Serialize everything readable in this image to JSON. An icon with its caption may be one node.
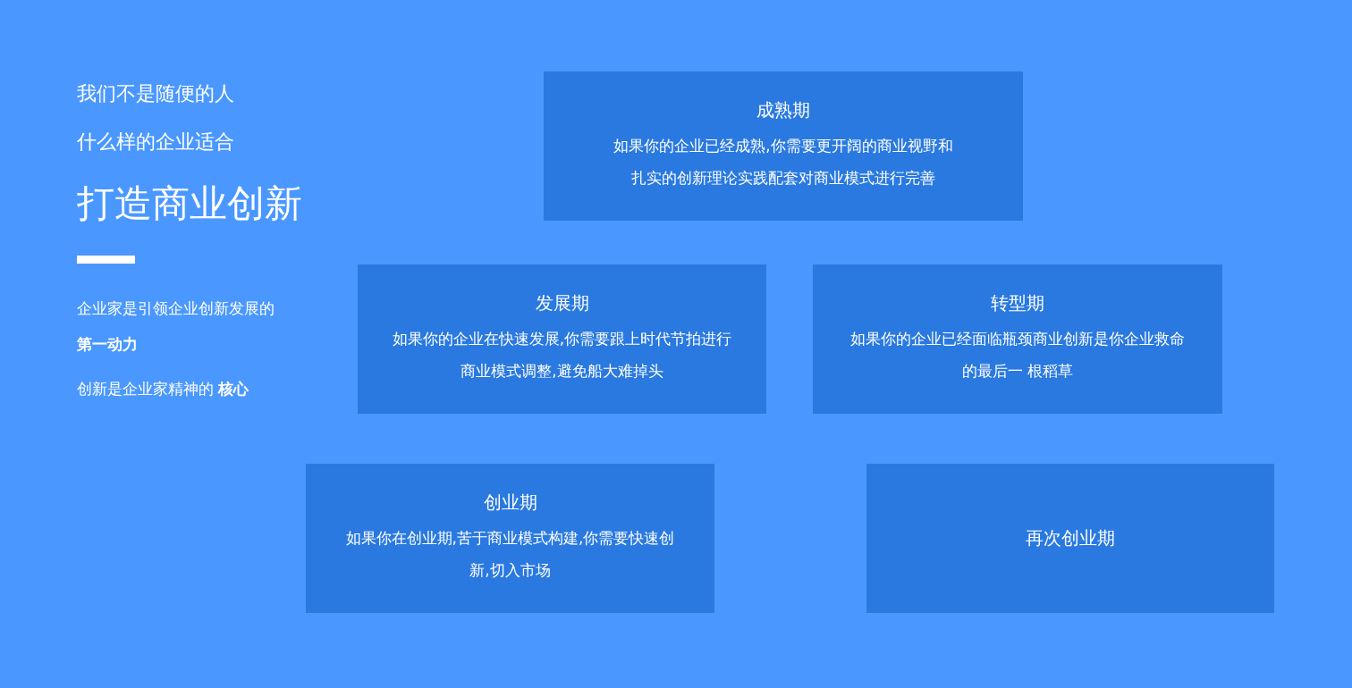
{
  "diagram": {
    "title": "打造商业创新",
    "nodes": [
      {
        "text": [
          "成熟期",
          "如果你的企业已经成熟,你需要更开阔的商业视野和扎实的创新理论实践配套对商业模式进行完善"
        ]
      },
      {
        "text": [
          "发展期",
          "如果你的企业在快速发展,你需要跟上时代节拍进行商业模式调整,避免船大难掉头"
        ]
      },
      {
        "text": [
          "转型期",
          "如果你的企业已经面临瓶颈商业创新是你企业救命的最后一 根稻草"
        ]
      },
      {
        "text": [
          "创业期",
          "如果你在创业期,苦于商业模式构建,你需要快速创新,切入市场"
        ]
      },
      {
        "text": [
          "再次创业期"
        ]
      }
    ],
    "labels": [
      "我们不是随便的人",
      "什么样的企业适合",
      "企业家是引领企业创新发展的",
      "第一动力",
      "创新是企业家精神的 **核心**"
    ]
  }
}
